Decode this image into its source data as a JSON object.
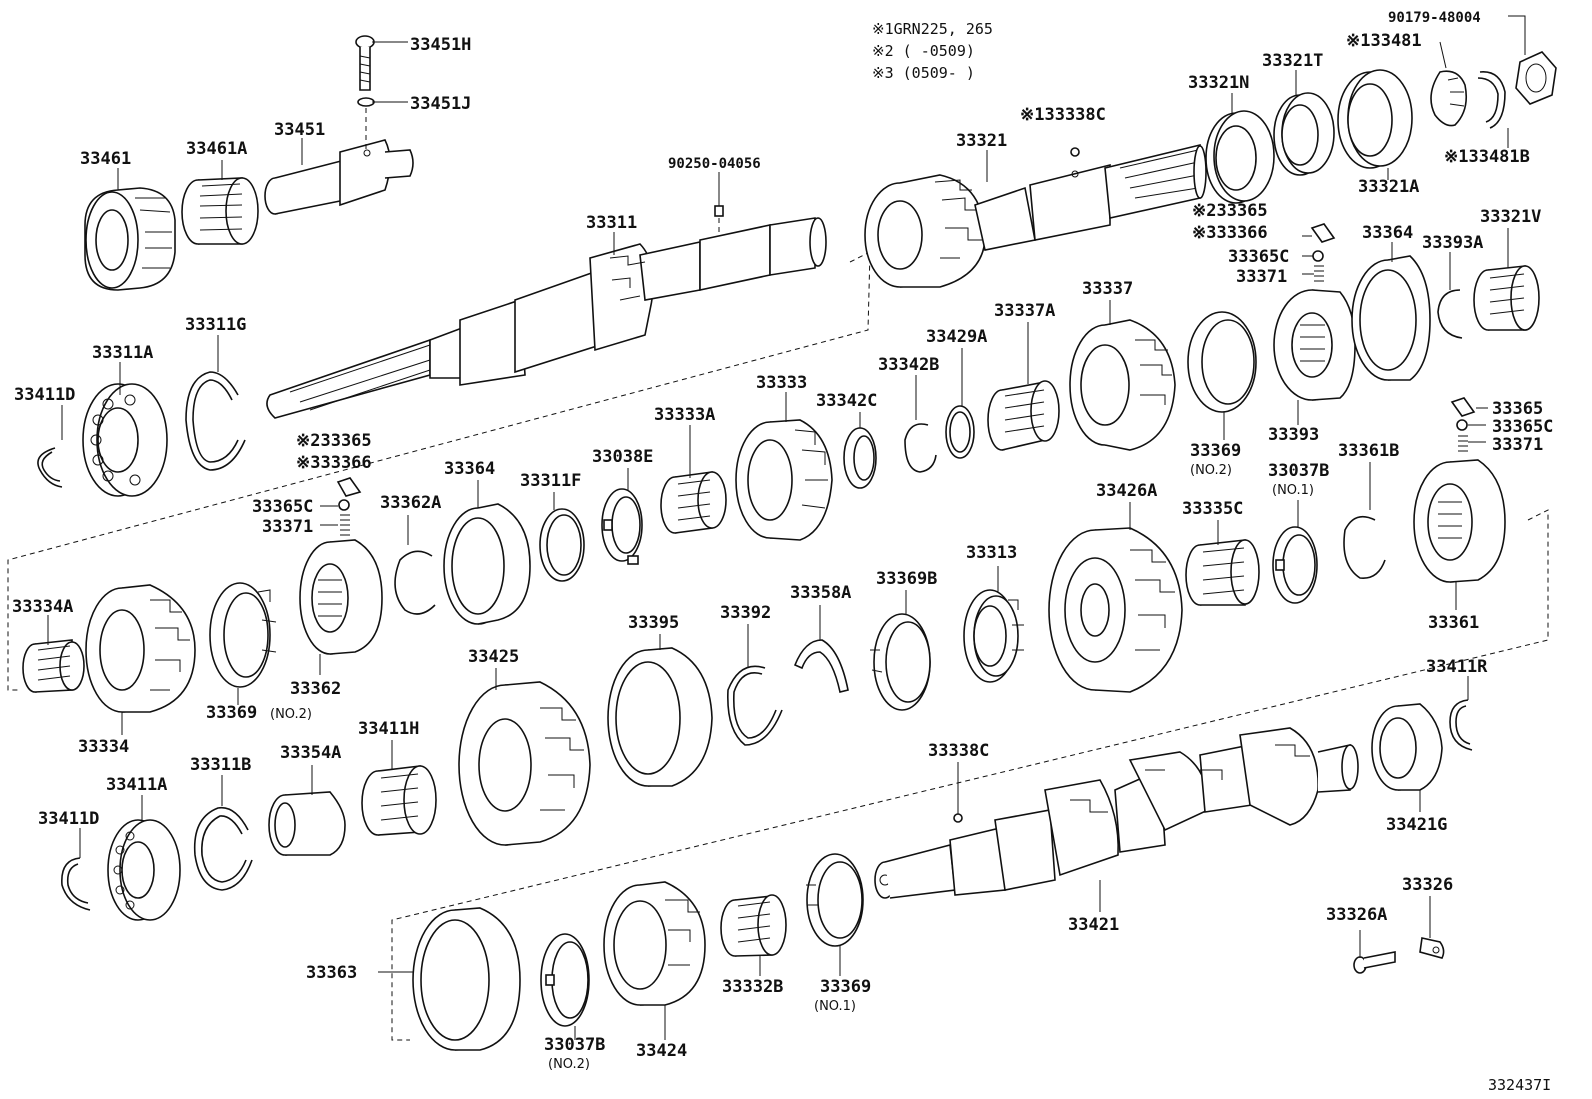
{
  "notes": {
    "line1": "※1GRN225, 265",
    "line2": "※2 (      -0509)",
    "line3": "※3 (0509-      )"
  },
  "diagram_id": "332437I",
  "parts": [
    {
      "id": "33451H",
      "text": "33451H"
    },
    {
      "id": "33451J",
      "text": "33451J"
    },
    {
      "id": "33451",
      "text": "33451"
    },
    {
      "id": "33461",
      "text": "33461"
    },
    {
      "id": "33461A",
      "text": "33461A"
    },
    {
      "id": "90250-04056",
      "text": "90250-04056"
    },
    {
      "id": "33311",
      "text": "33311"
    },
    {
      "id": "33311A",
      "text": "33311A"
    },
    {
      "id": "33311G",
      "text": "33311G"
    },
    {
      "id": "33411D-1",
      "text": "33411D"
    },
    {
      "id": "233365-1",
      "text": "※233365"
    },
    {
      "id": "333366-1",
      "text": "※333366"
    },
    {
      "id": "33365C-1",
      "text": "33365C"
    },
    {
      "id": "33371-1",
      "text": "33371"
    },
    {
      "id": "33362A",
      "text": "33362A"
    },
    {
      "id": "33364-1",
      "text": "33364"
    },
    {
      "id": "33311F",
      "text": "33311F"
    },
    {
      "id": "33038E",
      "text": "33038E"
    },
    {
      "id": "33333A",
      "text": "33333A"
    },
    {
      "id": "33333",
      "text": "33333"
    },
    {
      "id": "33342C",
      "text": "33342C"
    },
    {
      "id": "33342B",
      "text": "33342B"
    },
    {
      "id": "33429A",
      "text": "33429A"
    },
    {
      "id": "33337A",
      "text": "33337A"
    },
    {
      "id": "33337",
      "text": "33337"
    },
    {
      "id": "33321",
      "text": "33321"
    },
    {
      "id": "133338C",
      "text": "※133338C"
    },
    {
      "id": "33321N",
      "text": "33321N"
    },
    {
      "id": "33321T",
      "text": "33321T"
    },
    {
      "id": "133481",
      "text": "※133481"
    },
    {
      "id": "90179-48004",
      "text": "90179-48004"
    },
    {
      "id": "133481B",
      "text": "※133481B"
    },
    {
      "id": "33321A",
      "text": "33321A"
    },
    {
      "id": "233365-2",
      "text": "※233365"
    },
    {
      "id": "333366-2",
      "text": "※333366"
    },
    {
      "id": "33365C-2",
      "text": "33365C"
    },
    {
      "id": "33371-2",
      "text": "33371"
    },
    {
      "id": "33364-2",
      "text": "33364"
    },
    {
      "id": "33393A",
      "text": "33393A"
    },
    {
      "id": "33321V",
      "text": "33321V"
    },
    {
      "id": "33393",
      "text": "33393"
    },
    {
      "id": "33369-2a",
      "text": "33369"
    },
    {
      "id": "33365",
      "text": "33365"
    },
    {
      "id": "33365C-3",
      "text": "33365C"
    },
    {
      "id": "33371-3",
      "text": "33371"
    },
    {
      "id": "33361B",
      "text": "33361B"
    },
    {
      "id": "33037B-1",
      "text": "33037B"
    },
    {
      "id": "33335C",
      "text": "33335C"
    },
    {
      "id": "33426A",
      "text": "33426A"
    },
    {
      "id": "33361",
      "text": "33361"
    },
    {
      "id": "33313",
      "text": "33313"
    },
    {
      "id": "33369B",
      "text": "33369B"
    },
    {
      "id": "33358A",
      "text": "33358A"
    },
    {
      "id": "33392",
      "text": "33392"
    },
    {
      "id": "33395",
      "text": "33395"
    },
    {
      "id": "33425",
      "text": "33425"
    },
    {
      "id": "33334A",
      "text": "33334A"
    },
    {
      "id": "33334",
      "text": "33334"
    },
    {
      "id": "33369-2b",
      "text": "33369"
    },
    {
      "id": "33362",
      "text": "33362"
    },
    {
      "id": "33411R",
      "text": "33411R"
    },
    {
      "id": "33338C",
      "text": "33338C"
    },
    {
      "id": "33421G",
      "text": "33421G"
    },
    {
      "id": "33421",
      "text": "33421"
    },
    {
      "id": "33411D-2",
      "text": "33411D"
    },
    {
      "id": "33411A",
      "text": "33411A"
    },
    {
      "id": "33311B",
      "text": "33311B"
    },
    {
      "id": "33354A",
      "text": "33354A"
    },
    {
      "id": "33411H",
      "text": "33411H"
    },
    {
      "id": "33326",
      "text": "33326"
    },
    {
      "id": "33326A",
      "text": "33326A"
    },
    {
      "id": "33363",
      "text": "33363"
    },
    {
      "id": "33037B-2",
      "text": "33037B"
    },
    {
      "id": "33424",
      "text": "33424"
    },
    {
      "id": "33332B",
      "text": "33332B"
    },
    {
      "id": "33369-1",
      "text": "33369"
    }
  ],
  "subs": {
    "no2a": "(NO.2)",
    "no1a": "(NO.1)",
    "no2b": "(NO.2)",
    "no2c": "(NO.2)",
    "no1b": "(NO.1)"
  }
}
